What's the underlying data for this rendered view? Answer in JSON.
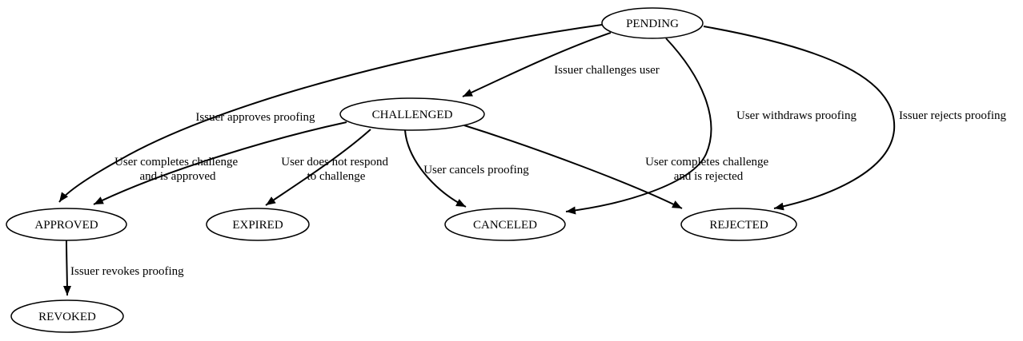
{
  "diagram": {
    "type": "state-machine",
    "background_color": "#ffffff",
    "stroke_color": "#000000",
    "nodes": [
      {
        "id": "pending",
        "label": "PENDING"
      },
      {
        "id": "challenged",
        "label": "CHALLENGED"
      },
      {
        "id": "approved",
        "label": "APPROVED"
      },
      {
        "id": "expired",
        "label": "EXPIRED"
      },
      {
        "id": "canceled",
        "label": "CANCELED"
      },
      {
        "id": "rejected",
        "label": "REJECTED"
      },
      {
        "id": "revoked",
        "label": "REVOKED"
      }
    ],
    "edges": [
      {
        "from": "PENDING",
        "to": "CHALLENGED",
        "label": "Issuer challenges user",
        "lines": [
          "Issuer challenges user"
        ]
      },
      {
        "from": "PENDING",
        "to": "APPROVED",
        "label": "Issuer approves proofing",
        "lines": [
          "Issuer approves proofing"
        ]
      },
      {
        "from": "PENDING",
        "to": "CANCELED",
        "label": "User withdraws proofing",
        "lines": [
          "User withdraws proofing"
        ]
      },
      {
        "from": "PENDING",
        "to": "REJECTED",
        "label": "Issuer rejects proofing",
        "lines": [
          "Issuer rejects proofing"
        ]
      },
      {
        "from": "CHALLENGED",
        "to": "APPROVED",
        "label": "User completes challenge and is approved",
        "lines": [
          "User completes challenge",
          "and is approved"
        ]
      },
      {
        "from": "CHALLENGED",
        "to": "EXPIRED",
        "label": "User does not respond to challenge",
        "lines": [
          "User does not respond",
          "to challenge"
        ]
      },
      {
        "from": "CHALLENGED",
        "to": "CANCELED",
        "label": "User cancels proofing",
        "lines": [
          "User cancels proofing"
        ]
      },
      {
        "from": "CHALLENGED",
        "to": "REJECTED",
        "label": "User completes challenge and is rejected",
        "lines": [
          "User completes challenge",
          "and is rejected"
        ]
      },
      {
        "from": "APPROVED",
        "to": "REVOKED",
        "label": "Issuer revokes proofing",
        "lines": [
          "Issuer revokes proofing"
        ]
      }
    ]
  }
}
